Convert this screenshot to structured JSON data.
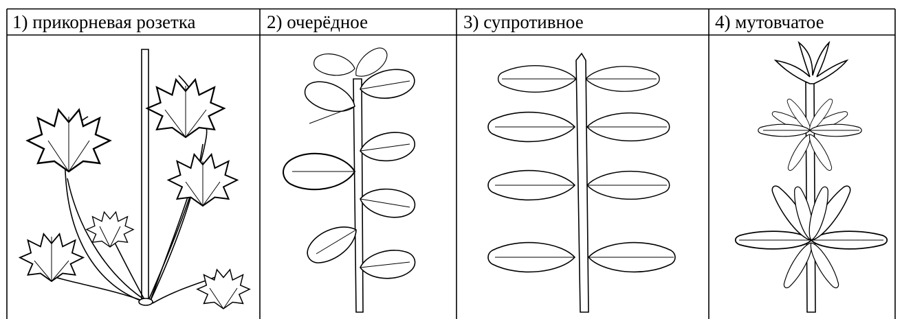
{
  "headers": [
    {
      "label": "1) прикорневая розетка"
    },
    {
      "label": "2) очерёдное"
    },
    {
      "label": "3) супротивное"
    },
    {
      "label": "4) мутовчатое"
    }
  ]
}
